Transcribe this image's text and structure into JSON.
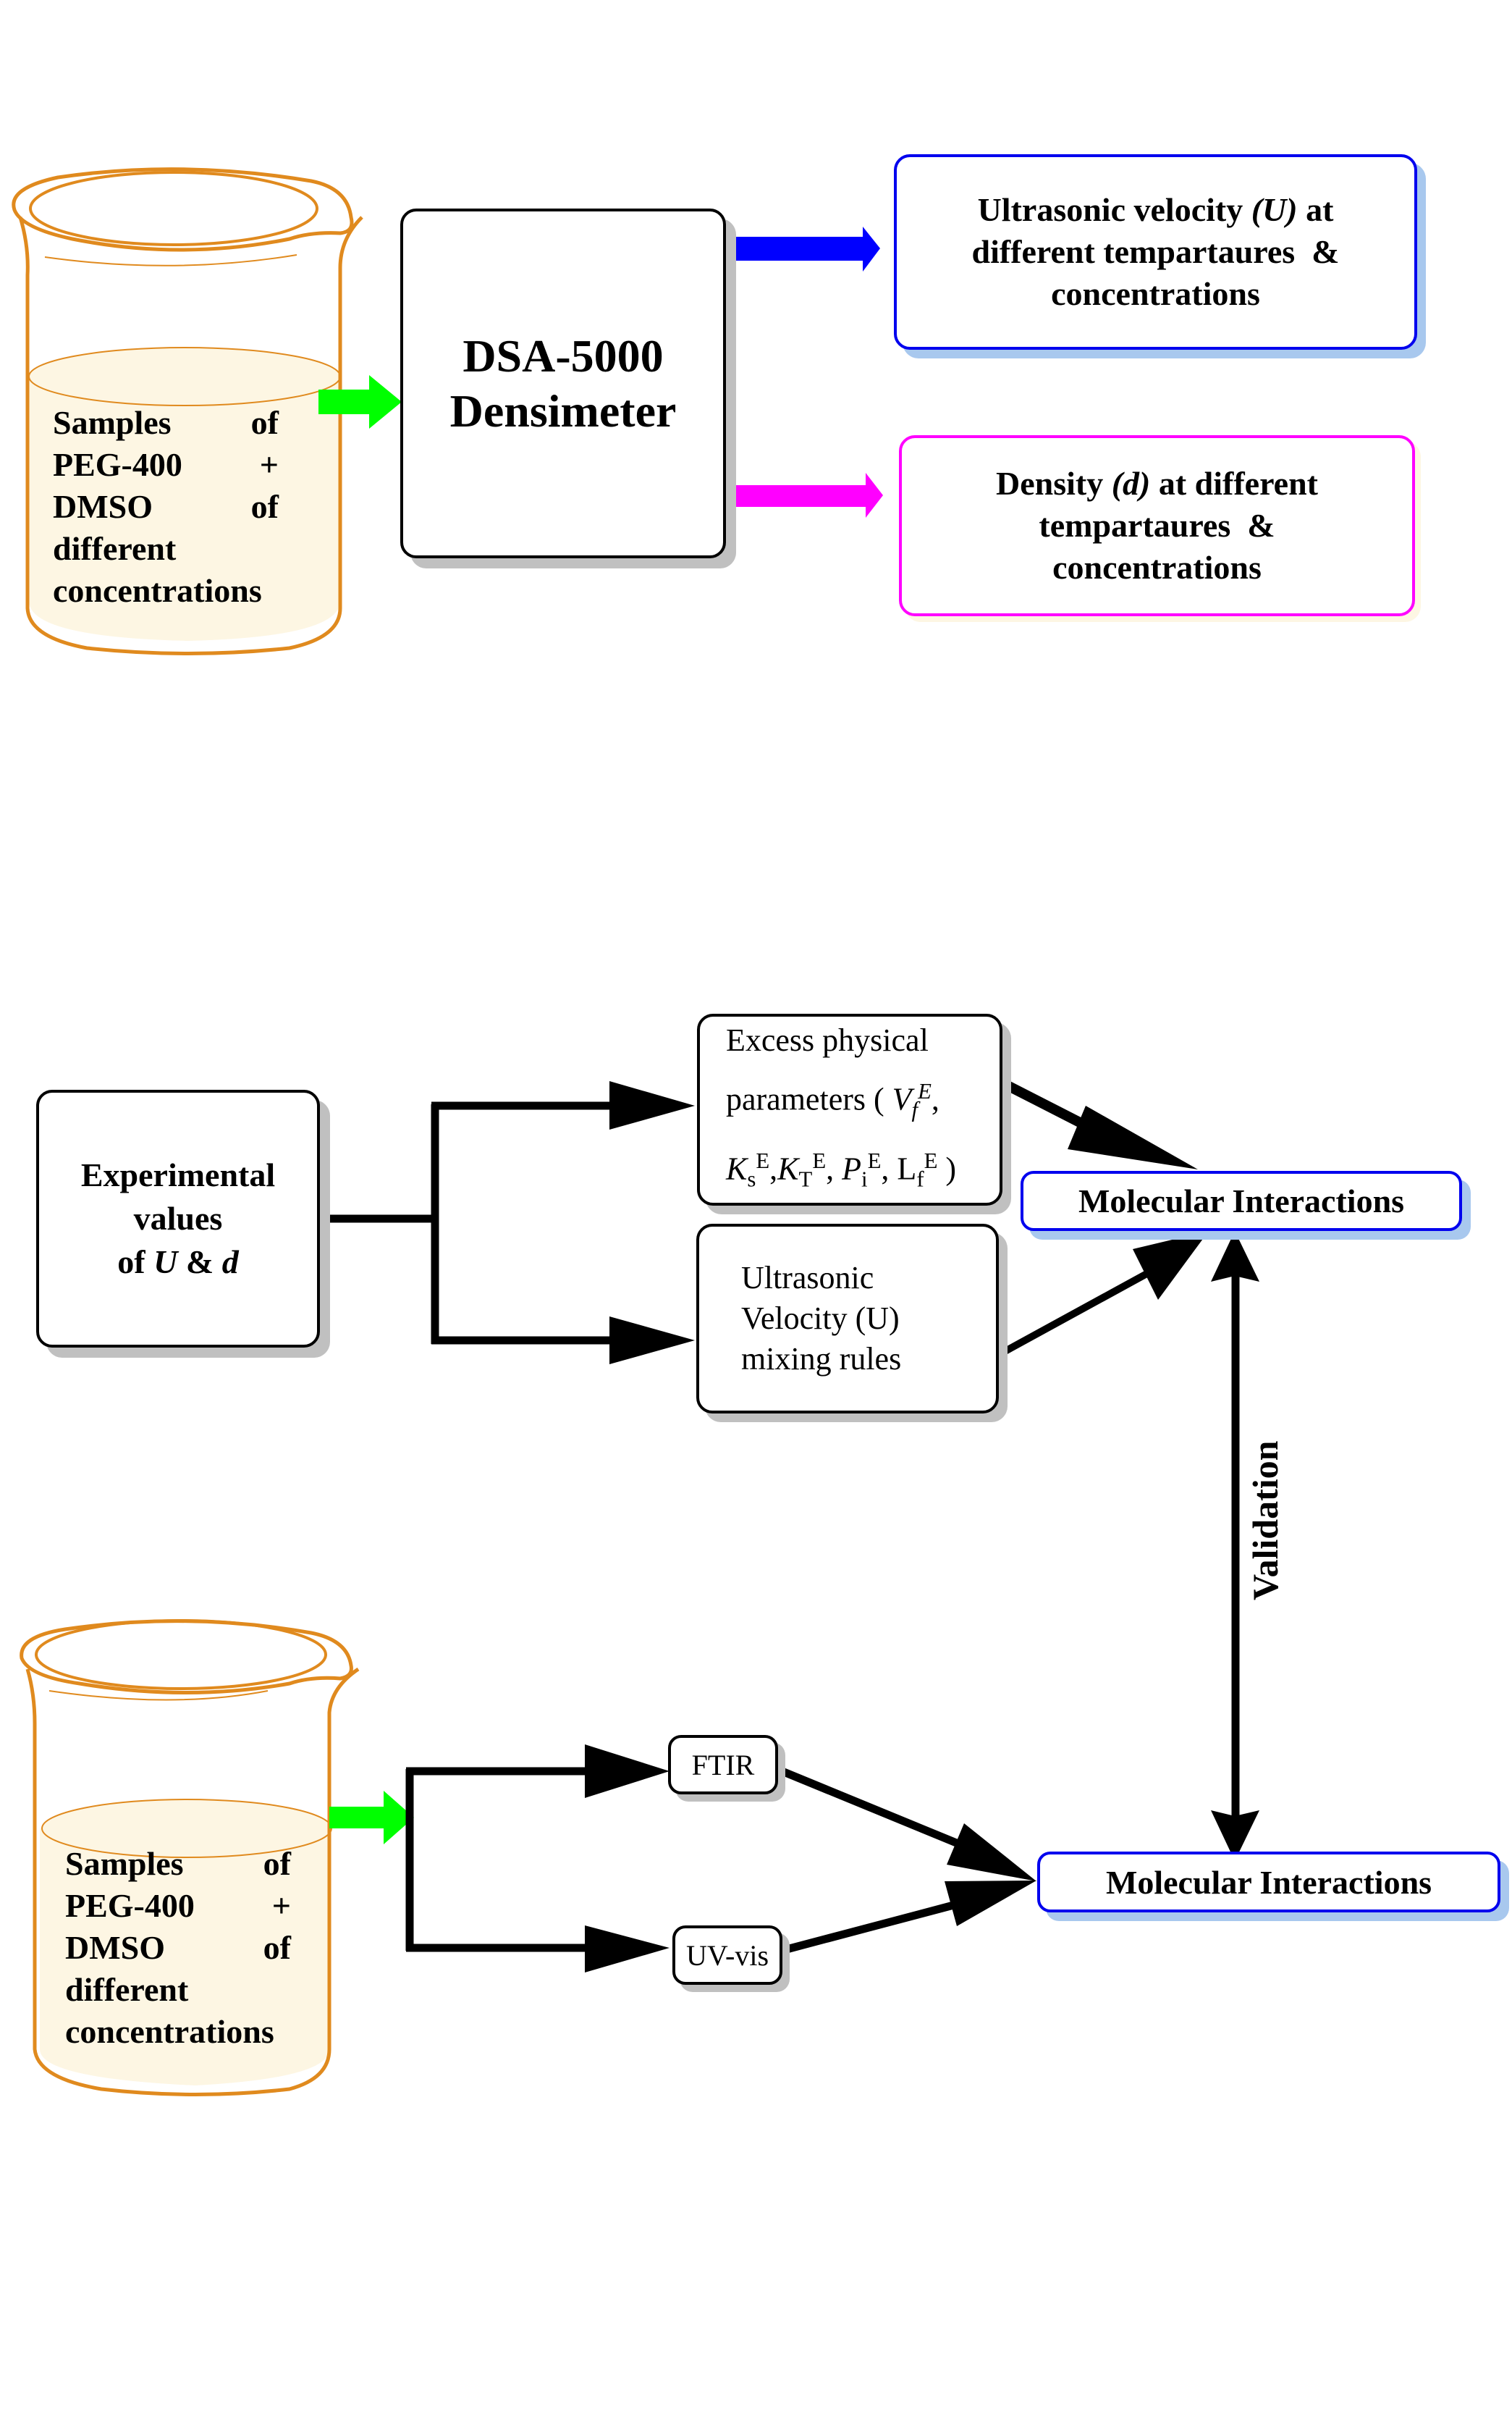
{
  "colors": {
    "beaker_outline": "#e08a1e",
    "liquid_fill": "#fdf6e3",
    "arrow_green": "#00ff00",
    "arrow_blue": "#0000ff",
    "arrow_magenta": "#ff00ff",
    "box_border_black": "#000000",
    "box_border_blue": "#0000ee",
    "box_border_magenta": "#ff00ff",
    "shadow_gray": "#c0c0c0",
    "shadow_blue": "#a8c8ee"
  },
  "top_section": {
    "sample_beaker": {
      "lines": [
        [
          "Samples",
          "of"
        ],
        [
          "PEG-400",
          "+"
        ],
        [
          "DMSO",
          "of"
        ],
        [
          "different"
        ],
        [
          "concentrations"
        ]
      ]
    },
    "instrument_box": {
      "line1": "DSA-5000",
      "line2": "Densimeter"
    },
    "output_ultrasonic": {
      "prefix": "Ultrasonic velocity ",
      "symbol": "(U)",
      "suffix": " at",
      "line2": "different tempartaures  &",
      "line3": "concentrations"
    },
    "output_density": {
      "prefix": "Density ",
      "symbol": "(d)",
      "suffix": " at different",
      "line2": "tempartaures  &",
      "line3": "concentrations"
    }
  },
  "middle_section": {
    "experimental_box": {
      "line1": "Experimental",
      "line2": "values",
      "line3_prefix": "of ",
      "line3_u": "U",
      "line3_amp": " & ",
      "line3_d": "d"
    },
    "excess_box": {
      "line1": "Excess physical",
      "line2_prefix": "parameters ( ",
      "vf_main": "V",
      "vf_sub": "f",
      "vf_sup": "E",
      "comma1": ",",
      "ks_main": "K",
      "ks_sub": "s",
      "ks_sup": "E",
      "kt_main": "K",
      "kt_sub": "T",
      "kt_sup": "E",
      "pi_main": "P",
      "pi_sub": "i",
      "pi_sup": "E",
      "lf_main": "L",
      "lf_sub": "f",
      "lf_sup": "E",
      "close": " )"
    },
    "mixing_box": {
      "line1": "Ultrasonic",
      "line2": "Velocity (U)",
      "line3": "mixing rules"
    },
    "molecular_interactions_top": "Molecular Interactions",
    "validation_label": "Validation"
  },
  "bottom_section": {
    "sample_beaker": {
      "lines": [
        [
          "Samples",
          "of"
        ],
        [
          "PEG-400",
          "+"
        ],
        [
          "DMSO",
          "of"
        ],
        [
          "different"
        ],
        [
          "concentrations"
        ]
      ]
    },
    "ftir_label": "FTIR",
    "uvvis_label": "UV-vis",
    "molecular_interactions_bottom": "Molecular Interactions"
  }
}
